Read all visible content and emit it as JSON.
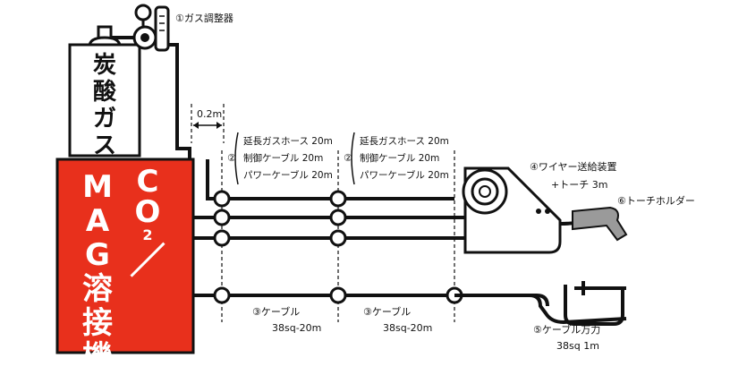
{
  "cylinder": {
    "label_lines": [
      "炭",
      "酸",
      "ガ",
      "ス"
    ]
  },
  "machine": {
    "left_column": [
      "M",
      "A",
      "G",
      "溶",
      "接",
      "機"
    ],
    "right_column": [
      "C",
      "O",
      "2"
    ],
    "slash": "／"
  },
  "labels": {
    "regulator": "①ガス調整器",
    "distance": "0.2m",
    "group1_num": "②",
    "group1_lines": [
      "延長ガスホース 20m",
      "制御ケーブル 20m",
      "パワーケーブル 20m"
    ],
    "group2_num": "②",
    "group2_lines": [
      "延長ガスホース 20m",
      "制御ケーブル 20m",
      "パワーケーブル 20m"
    ],
    "feeder_line1": "④ワイヤー送給装置",
    "feeder_line2": "+トーチ 3m",
    "torch_holder": "⑥トーチホルダー",
    "cable1_line1": "③ケーブル",
    "cable1_line2": "38sq-20m",
    "cable2_line1": "③ケーブル",
    "cable2_line2": "38sq-20m",
    "clamp_line1": "⑤ケーブル万力",
    "clamp_line2": "38sq 1m"
  },
  "colors": {
    "machine_red": "#e8301c",
    "line": "#111111"
  }
}
